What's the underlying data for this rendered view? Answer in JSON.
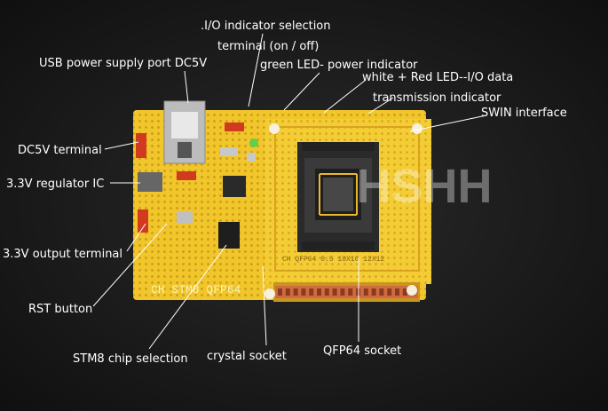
{
  "watermark": "HSHH",
  "board": {
    "silkscreen_main": "CH STM8 QFP64",
    "silkscreen_socket": "CH QFP64 0.5 10X10 12X12",
    "pcb_color": "#f0c62a",
    "socket_color": "#2a2a2a"
  },
  "labels": {
    "io_selection": ".I/O indicator selection",
    "terminal": "terminal (on / off)",
    "usb_port": "USB power supply port DC5V",
    "green_led": "green LED- power indicator",
    "red_led": "white + Red LED--I/O data",
    "transmission": "transmission indicator",
    "swin": "SWIN interface",
    "dc5v_terminal": "DC5V terminal",
    "regulator": "3.3V regulator IC",
    "output_terminal": "3.3V output terminal",
    "rst_button": "RST button",
    "chip_selection": "STM8 chip selection",
    "crystal_socket": "crystal socket",
    "qfp64_socket": "QFP64 socket"
  }
}
